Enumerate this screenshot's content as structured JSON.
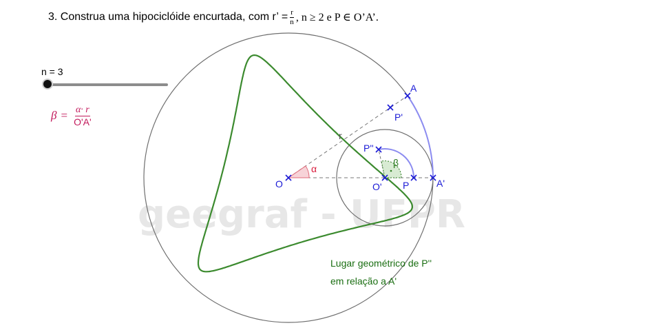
{
  "title": {
    "prefix": "3. Construa uma hipociclóide encurtada, com r’ =",
    "frac_num": "r",
    "frac_den": "n",
    "suffix": ", n ≥ 2 e P ∈ O’A’."
  },
  "slider": {
    "label": "n = 3",
    "value": 3
  },
  "formula": {
    "lhs": "β",
    "eq": "=",
    "num": "α· r",
    "den": "O'A'"
  },
  "watermark": "geegraf - UFPR",
  "points": {
    "O": "O",
    "O_prime": "O'",
    "A": "A",
    "A_prime": "A'",
    "P": "P",
    "P_prime": "P'",
    "P_double_prime": "P''"
  },
  "segments": {
    "r": "r"
  },
  "angles": {
    "alpha": "α",
    "beta": "β"
  },
  "locus_label": {
    "line1": "Lugar geométrico de P''",
    "line2": "em relação a A'"
  },
  "colors": {
    "locus": "#3b8a2e",
    "arcs": "#8c8cf0",
    "points": "#1a1ad6",
    "formula": "#c2185b",
    "alpha": "#d81b3c",
    "beta": "#2a7a1e",
    "locus_text": "#1a6e12",
    "circles": "#6e6e6e"
  }
}
